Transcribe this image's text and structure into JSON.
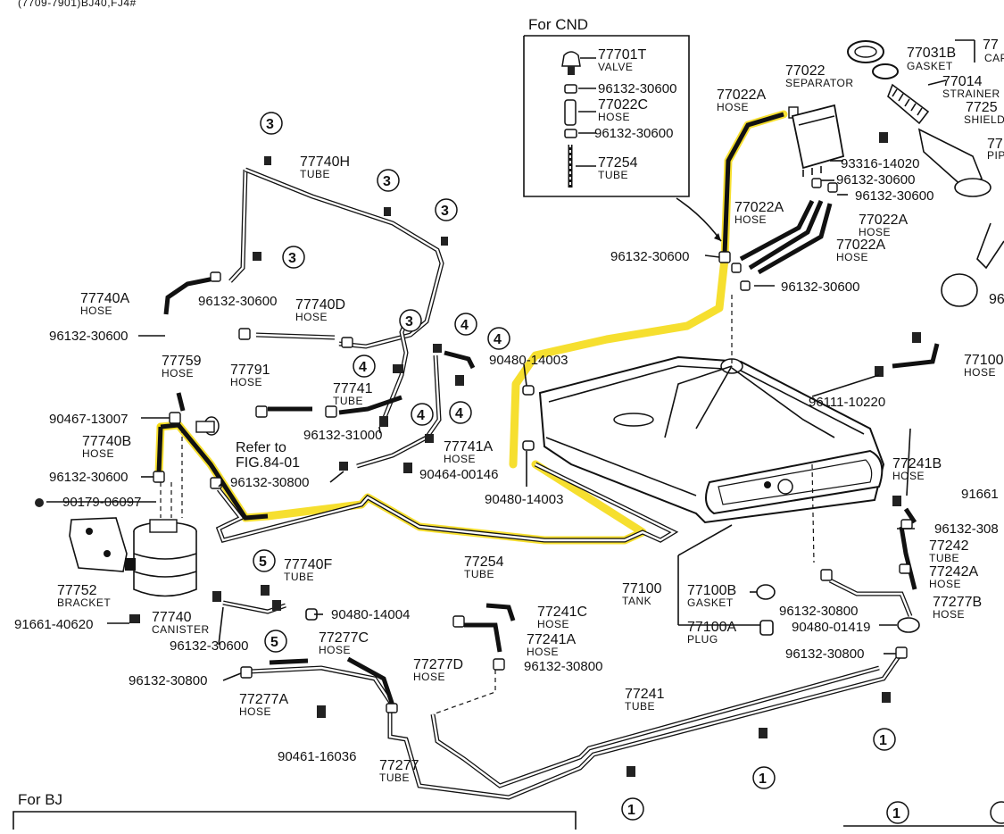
{
  "header": {
    "code": "(7709-7901)BJ40,FJ4#"
  },
  "inset": {
    "title": "For CND",
    "parts": [
      {
        "num": "77701T",
        "name": "VALVE"
      },
      {
        "num": "96132-30600",
        "name": ""
      },
      {
        "num": "77022C",
        "name": "HOSE"
      },
      {
        "num": "96132-30600",
        "name": ""
      },
      {
        "num": "77254",
        "name": "TUBE"
      }
    ]
  },
  "parts": {
    "p77740H": {
      "num": "77740H",
      "name": "TUBE"
    },
    "p77740A": {
      "num": "77740A",
      "name": "HOSE"
    },
    "p77740D": {
      "num": "77740D",
      "name": "HOSE"
    },
    "p77759": {
      "num": "77759",
      "name": "HOSE"
    },
    "p77791": {
      "num": "77791",
      "name": "HOSE"
    },
    "p77741": {
      "num": "77741",
      "name": "TUBE"
    },
    "p77740B": {
      "num": "77740B",
      "name": "HOSE"
    },
    "p77741A": {
      "num": "77741A",
      "name": "HOSE"
    },
    "p77752": {
      "num": "77752",
      "name": "BRACKET"
    },
    "p77740": {
      "num": "77740",
      "name": "CANISTER"
    },
    "p77740F": {
      "num": "77740F",
      "name": "TUBE"
    },
    "p77254": {
      "num": "77254",
      "name": "TUBE"
    },
    "p77277C": {
      "num": "77277C",
      "name": "HOSE"
    },
    "p77277D": {
      "num": "77277D",
      "name": "HOSE"
    },
    "p77277A": {
      "num": "77277A",
      "name": "HOSE"
    },
    "p77277": {
      "num": "77277",
      "name": "TUBE"
    },
    "p77241C": {
      "num": "77241C",
      "name": "HOSE"
    },
    "p77241A": {
      "num": "77241A",
      "name": "HOSE"
    },
    "p77241": {
      "num": "77241",
      "name": "TUBE"
    },
    "p77100": {
      "num": "77100",
      "name": "TANK"
    },
    "p77100B": {
      "num": "77100B",
      "name": "GASKET"
    },
    "p77100A": {
      "num": "77100A",
      "name": "PLUG"
    },
    "p77022": {
      "num": "77022",
      "name": "SEPARATOR"
    },
    "p77022A_top": {
      "num": "77022A",
      "name": "HOSE"
    },
    "p77022A_1": {
      "num": "77022A",
      "name": "HOSE"
    },
    "p77022A_2": {
      "num": "77022A",
      "name": "HOSE"
    },
    "p77022A_3": {
      "num": "77022A",
      "name": "HOSE"
    },
    "p77031B": {
      "num": "77031B",
      "name": "GASKET"
    },
    "p77014": {
      "num": "77014",
      "name": "STRAINER"
    },
    "p77241B": {
      "num": "77241B",
      "name": "HOSE"
    },
    "p77242": {
      "num": "77242",
      "name": "TUBE"
    },
    "p77242A": {
      "num": "77242A",
      "name": "HOSE"
    },
    "p77277B": {
      "num": "77277B",
      "name": "HOSE"
    },
    "p77100r": {
      "num": "77100",
      "name": "HOSE"
    }
  },
  "edge_fragments": {
    "cap": "CAP",
    "cap_num": "77",
    "shield_num": "7725",
    "shield": "SHIELD",
    "pipe_num": "77",
    "pipe": "PIPE",
    "num96": "96",
    "num9166": "91661",
    "num96132": "96132-308"
  },
  "fasteners": {
    "f1": "96132-30600",
    "f2": "96132-30600",
    "f3": "90467-13007",
    "f4": "96132-30600",
    "f5": "90179-06097",
    "f6": "91661-40620",
    "f7": "96132-30800",
    "f8": "96132-31000",
    "f9": "90464-00146",
    "f10": "90480-14003",
    "f11": "90480-14003",
    "f12": "96132-30600",
    "f13": "96132-30600",
    "f14": "96132-30600",
    "f15": "96132-30600",
    "f16": "93316-14020",
    "f17": "96111-10220",
    "f18": "90480-14004",
    "f19": "96132-30600",
    "f20": "96132-30800",
    "f21": "96132-30800",
    "f22": "90461-16036",
    "f23": "96132-30800",
    "f24": "90480-01419",
    "f25": "96132-30800"
  },
  "refer": {
    "line1": "Refer to",
    "line2": "FIG.84-01"
  },
  "refs": {
    "r3": "3",
    "r4": "4",
    "r5": "5",
    "r1": "1"
  },
  "footer": {
    "for_bj": "For BJ"
  }
}
